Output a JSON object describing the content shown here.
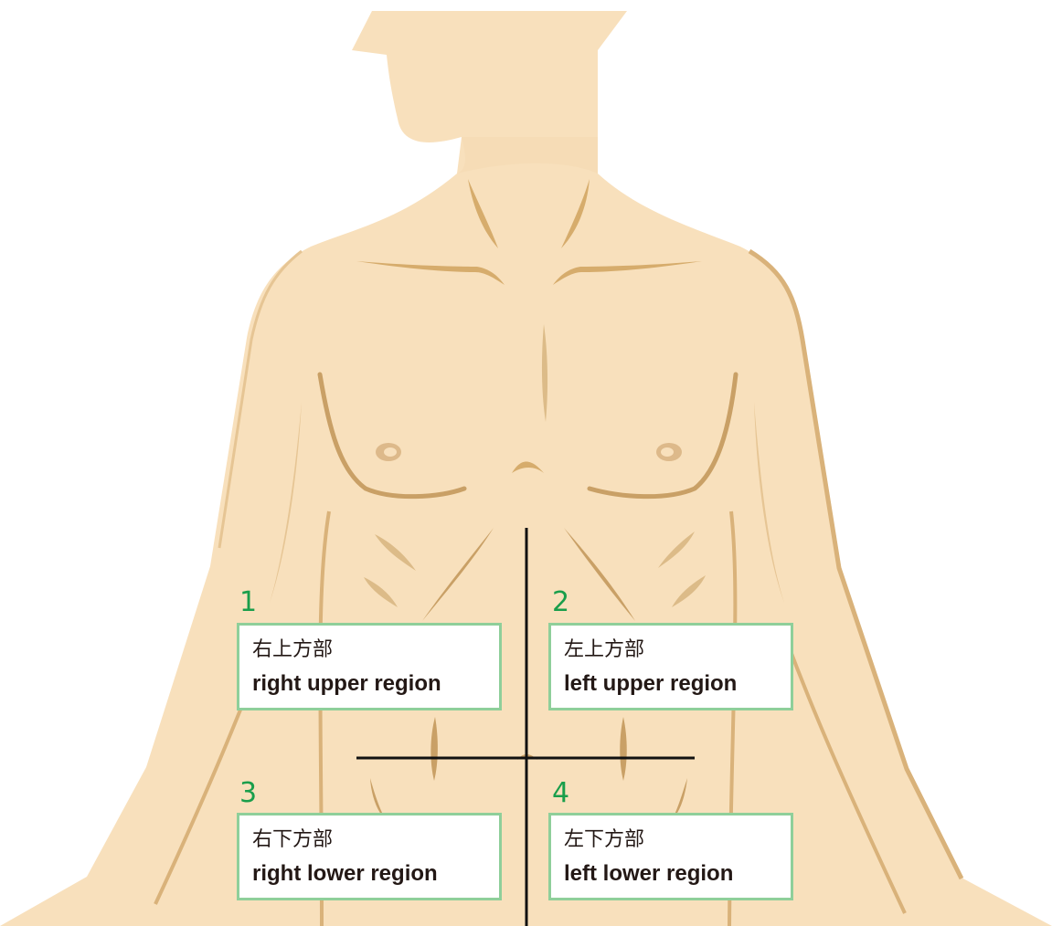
{
  "colors": {
    "skin": "#f8e0bc",
    "contour": "#c9a066",
    "accent_green": "#1a9e4b",
    "box_border": "#8fcf9a",
    "axis_line": "#111111",
    "text": "#231815"
  },
  "regions": [
    {
      "number": "1",
      "label_cjk": "右上方部",
      "label_en": "right upper region"
    },
    {
      "number": "2",
      "label_cjk": "左上方部",
      "label_en": "left upper region"
    },
    {
      "number": "3",
      "label_cjk": "右下方部",
      "label_en": "right lower region"
    },
    {
      "number": "4",
      "label_cjk": "左下方部",
      "label_en": "left lower region"
    }
  ]
}
